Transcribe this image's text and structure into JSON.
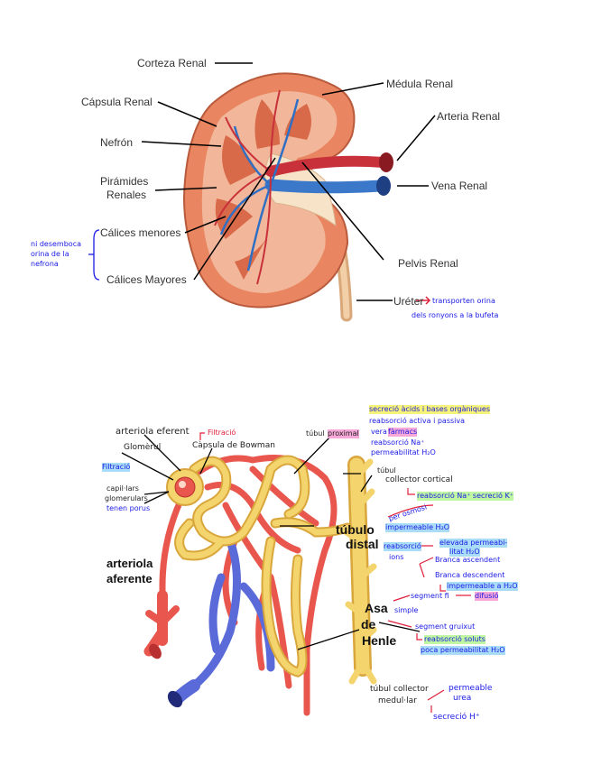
{
  "kidney": {
    "corteza": "Corteza Renal",
    "medula": "Médula Renal",
    "capsula": "Cápsula Renal",
    "arteria": "Arteria Renal",
    "nefron": "Nefrón",
    "piramides_1": "Pirámides",
    "piramides_2": "Renales",
    "vena": "Vena Renal",
    "calices_menores": "Cálices menores",
    "pelvis": "Pelvis Renal",
    "calices_mayores": "Cálices Mayores",
    "ureter": "Uréter",
    "note_left_1": "ni desemboca",
    "note_left_2": "orina de la",
    "note_left_3": "nefrona",
    "ureter_note_1": "transporten orina",
    "ureter_note_2": "dels ronyons a la bufeta"
  },
  "nephron": {
    "arteriola_eferent": "arteriola eferent",
    "glomerul": "Glomèrul",
    "filtracio_top": "Filtració",
    "capsula_bowman": "Càpsula de Bowman",
    "filtracio_left": "Filtració",
    "capillars_1": "capil·lars",
    "capillars_2": "glomerulars",
    "capillars_3": "tenen porus",
    "arteriola_aferente_1": "arteriola",
    "arteriola_aferente_2": "aferente",
    "tubul_proximal_1": "túbul",
    "tubul_proximal_2": "proximal",
    "prox_1": "secreció àcids i bases orgàniques",
    "prox_2": "reabsorció activa i passiva",
    "prox_3": "vera",
    "prox_3b": "fàrmacs",
    "prox_4": "reabsorció Na⁺",
    "prox_5": "permeabilitat H₂O",
    "tubul_collector_1": "túbul",
    "tubul_collector_2": "collector cortical",
    "collector_note": "reabsorció Na⁺ secreció K⁺",
    "per_osmosi": "per osmosi",
    "impermeable": "impermeable H₂O",
    "tubulo_1": "túbulo",
    "tubulo_2": "distal",
    "reabsorcio_ions_1": "reabsorció",
    "reabsorcio_ions_2": "ions",
    "elevada_1": "elevada permeabi-",
    "elevada_2": "litat H₂O",
    "branca_asc": "Branca ascendent",
    "branca_desc": "Branca descendent",
    "impermeable_2": "impermeable a H₂O",
    "asa_1": "Asa",
    "asa_2": "de",
    "asa_3": "Henle",
    "segment_fi": "segment fi",
    "difusio": "difusió",
    "simple": "simple",
    "segment_gruixut": "segment gruixut",
    "gruixut_1": "reabsorció soluts",
    "gruixut_2": "poca permeabilitat H₂O",
    "medullar_1": "túbul collector",
    "medullar_2": "medul·lar",
    "permeable_1": "permeable",
    "permeable_2": "urea",
    "secrecio": "secreció H⁺"
  }
}
